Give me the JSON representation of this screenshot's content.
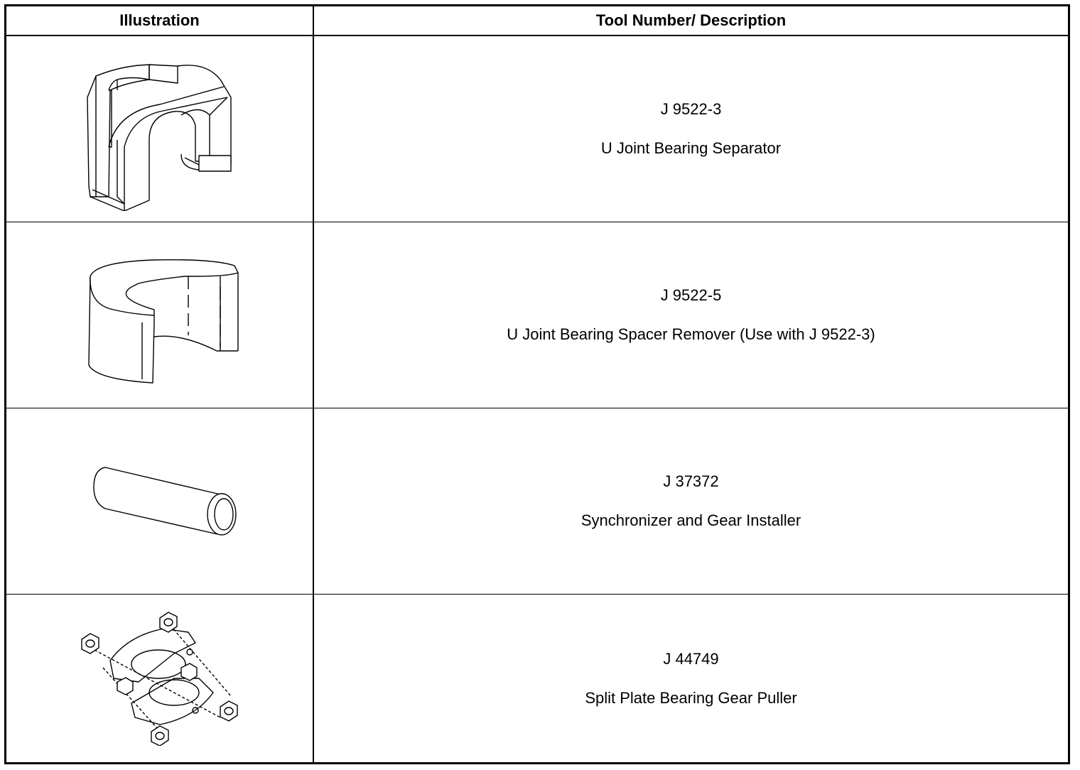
{
  "table": {
    "headers": {
      "illustration": "Illustration",
      "tool": "Tool Number/ Description"
    },
    "rows": [
      {
        "icon": "u-joint-bearing-separator-illustration",
        "number": "J 9522-3",
        "description": "U Joint Bearing Separator"
      },
      {
        "icon": "u-joint-bearing-spacer-remover-illustration",
        "number": "J 9522-5",
        "description": "U Joint Bearing Spacer Remover (Use with J 9522-3)"
      },
      {
        "icon": "synchronizer-gear-installer-illustration",
        "number": "J 37372",
        "description": "Synchronizer and Gear Installer"
      },
      {
        "icon": "split-plate-bearing-gear-puller-illustration",
        "number": "J 44749",
        "description": "Split Plate Bearing Gear Puller"
      }
    ]
  }
}
